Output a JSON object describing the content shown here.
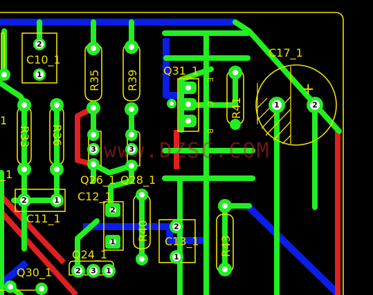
{
  "board": {
    "colors": {
      "background": "#000000",
      "top_copper": "#22ee22",
      "bottom_copper": "#0a1ee8",
      "red_layer": "#e02020",
      "silkscreen": "#f2e200"
    }
  },
  "labels": {
    "c10": "C10_1",
    "r35": "R35",
    "r39": "R39",
    "q31": "Q31_1",
    "r41": "R41",
    "c17": "C17_1",
    "c17_plus": "+",
    "r33": "R33",
    "r36": "R36",
    "q26": "Q26_1",
    "q28": "Q28_1",
    "c12": "C12_1",
    "c11": "C11_1",
    "r40": "R40",
    "c13": "C13_1",
    "r43": "R43",
    "q24": "Q24_1",
    "q30": "Q30_1",
    "left_frag_1": "1",
    "left_frag_2": "_1",
    "q31_pin_e": "E",
    "q31_pin_c": "C",
    "q31_pin_b": "B"
  },
  "pins": {
    "one": "1",
    "two": "2",
    "three": "3"
  },
  "watermark": "www.DZSC.COM"
}
